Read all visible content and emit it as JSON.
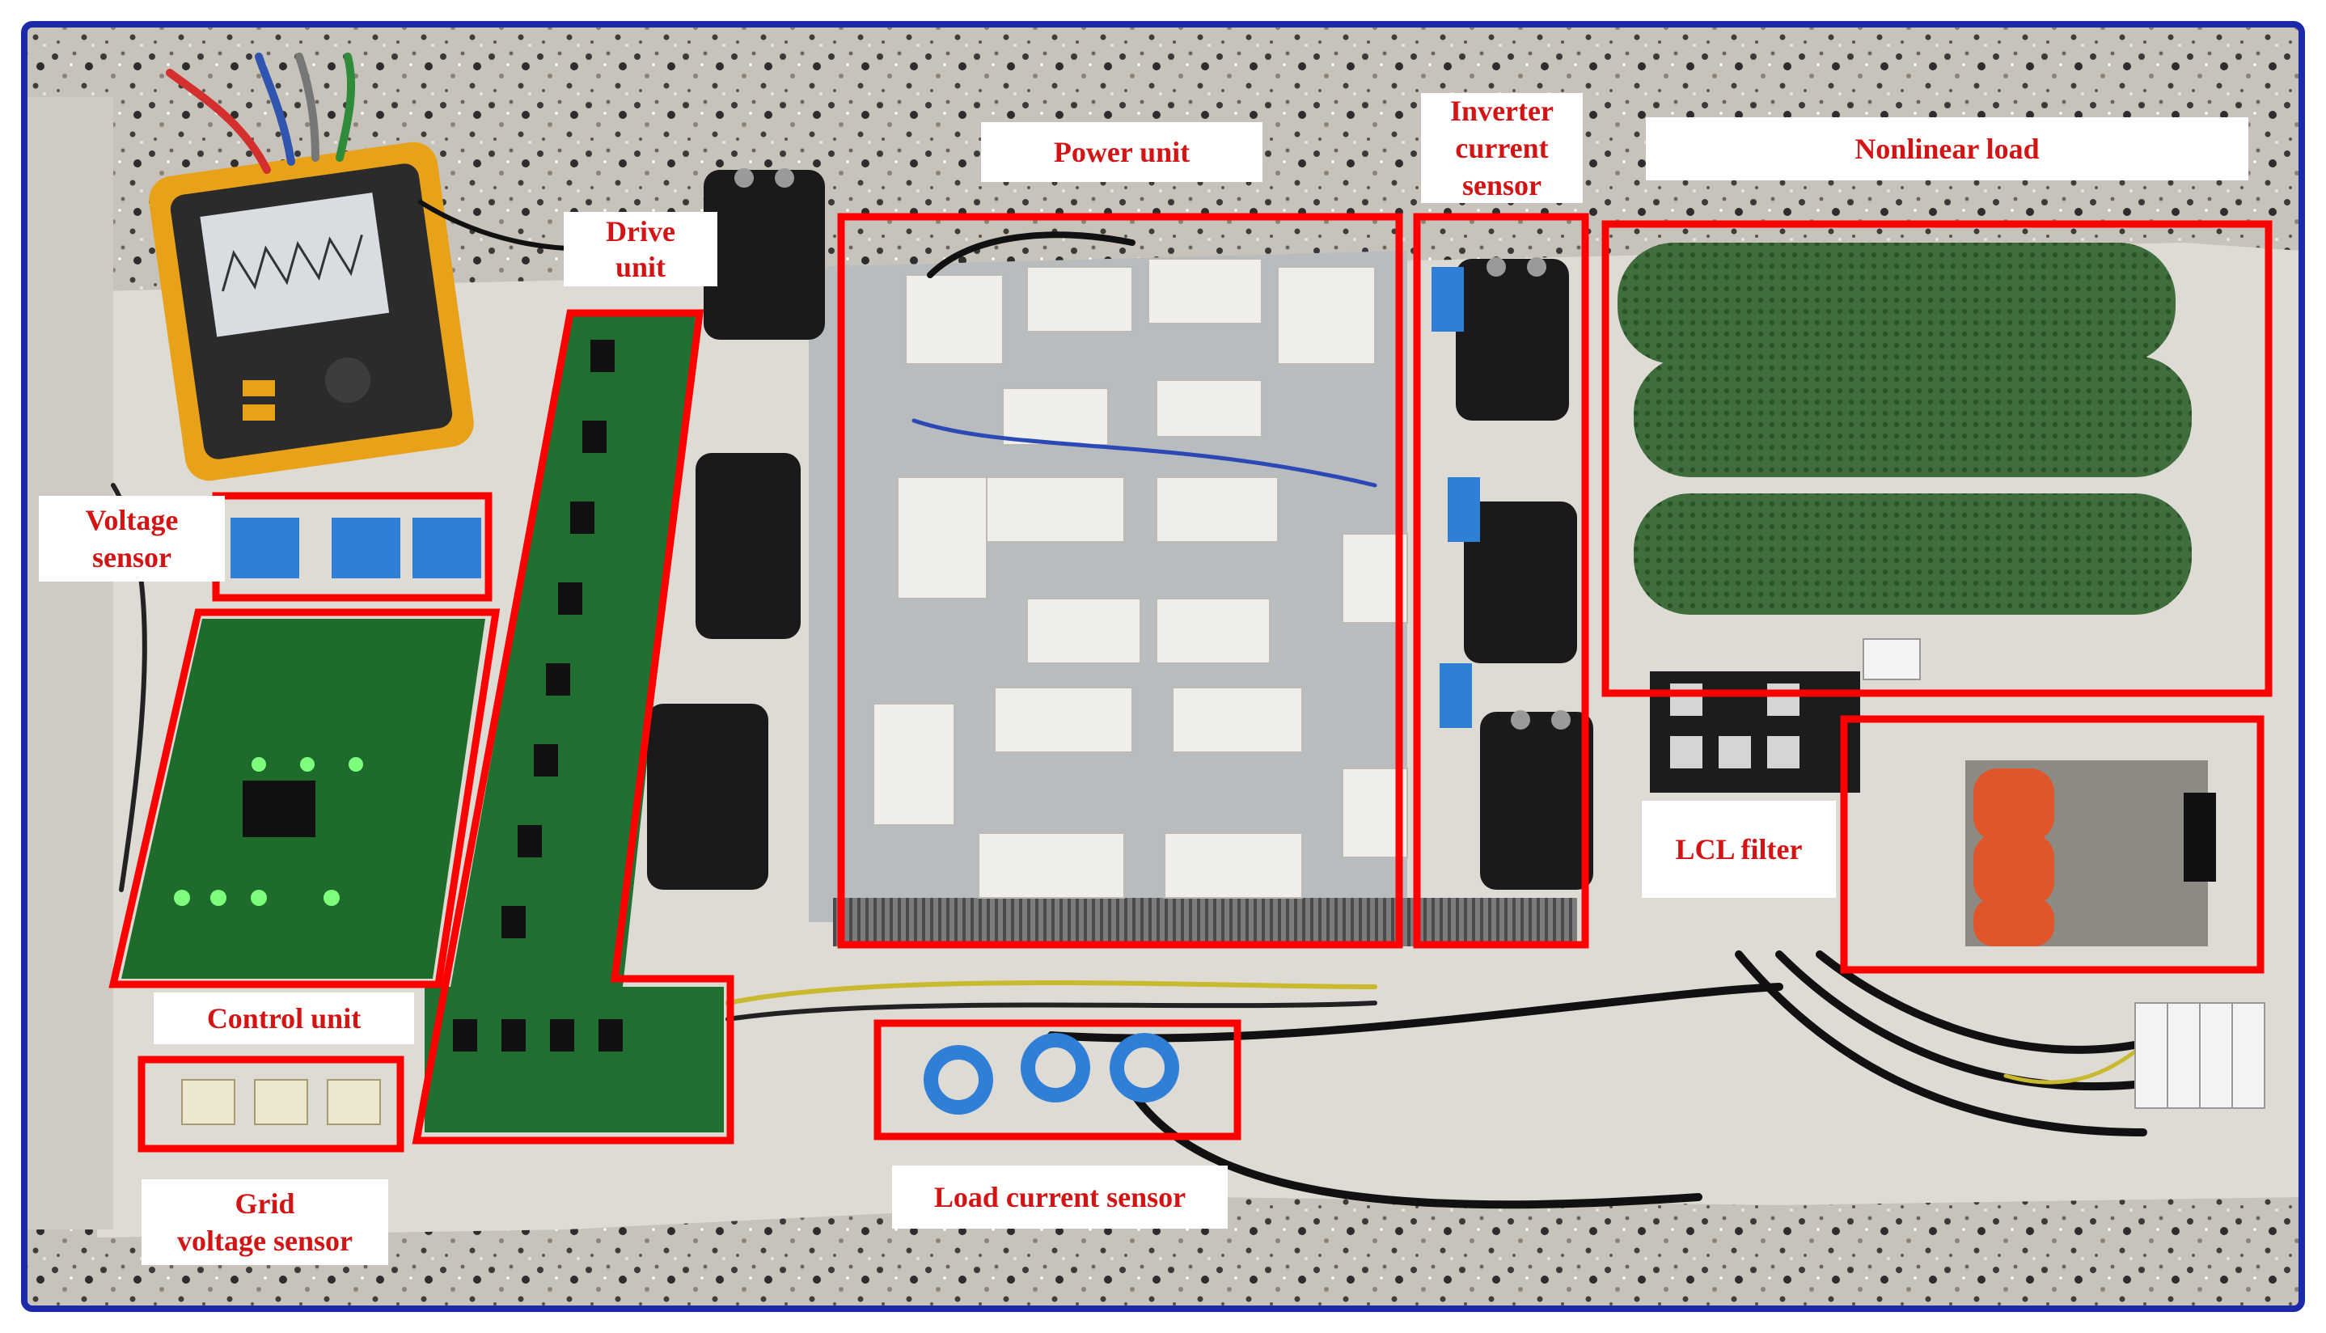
{
  "labels": {
    "power_unit": "Power unit",
    "inverter_current_sensor": "Inverter\ncurrent\nsensor",
    "nonlinear_load": "Nonlinear load",
    "drive_unit": "Drive\nunit",
    "voltage_sensor": "Voltage\nsensor",
    "control_unit": "Control unit",
    "lcl_filter": "LCL filter",
    "grid_voltage_sensor": "Grid\nvoltage sensor",
    "load_current_sensor": "Load current sensor"
  },
  "colors": {
    "frame_border": "#1b2aa8",
    "highlight_box": "#ff0000",
    "label_text": "#d31414",
    "label_background": "#ffffff",
    "table_surface": "#d9d6d0",
    "speckle_floor": "#b9b4ab",
    "pcb_green": "#1e6b2c",
    "resistor_green": "#3c6a3a",
    "capacitor_black": "#1a1a1a",
    "igbt_module": "#efeeea",
    "oscilloscope_yellow": "#e8a21a",
    "sensor_blue": "#2f7fd6",
    "inductor_orange": "#e0562a"
  }
}
